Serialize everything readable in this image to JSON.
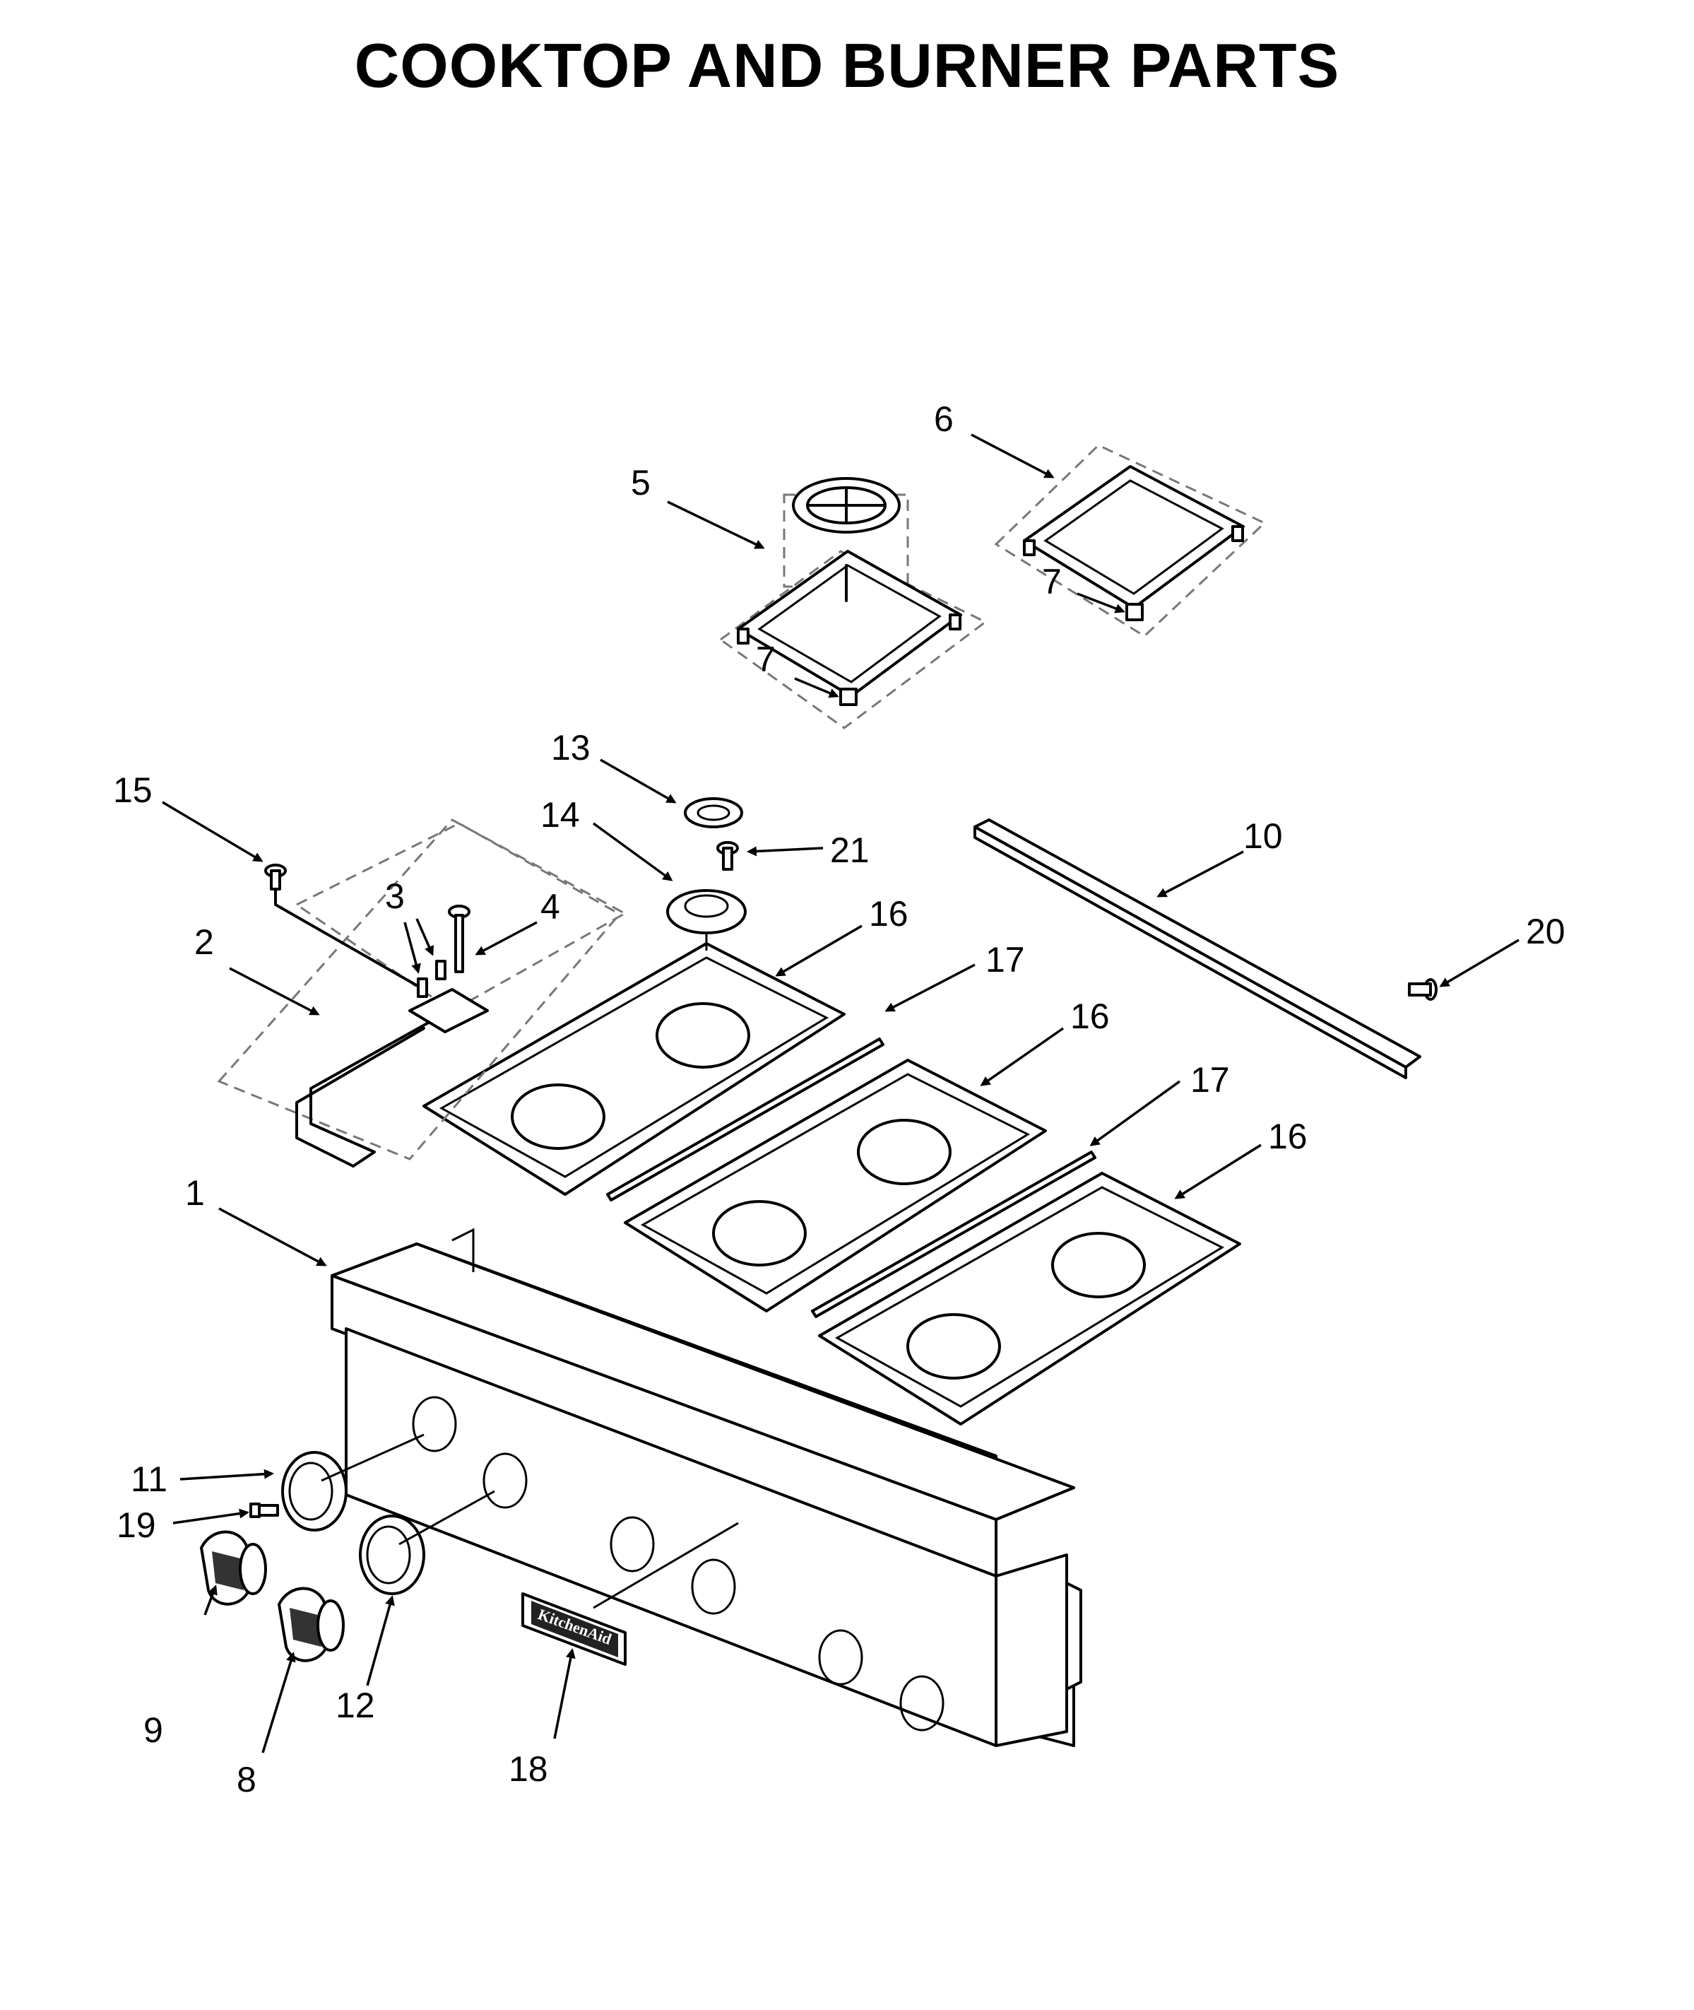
{
  "title": "COOKTOP AND BURNER PARTS",
  "callouts": [
    "1",
    "2",
    "3",
    "4",
    "5",
    "6",
    "7",
    "7",
    "8",
    "9",
    "10",
    "11",
    "12",
    "13",
    "14",
    "15",
    "16",
    "16",
    "16",
    "17",
    "17",
    "18",
    "19",
    "20",
    "21"
  ],
  "logo_text": "KitchenAid"
}
